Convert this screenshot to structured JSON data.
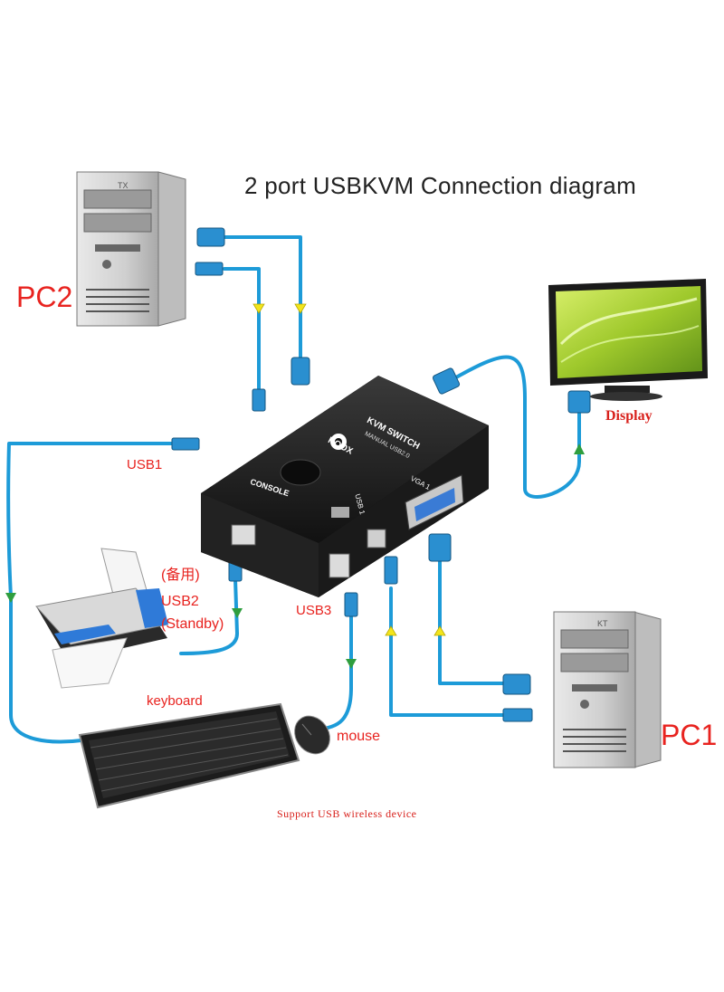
{
  "diagram": {
    "title": "2 port USBKVM Connection diagram",
    "labels": {
      "pc2": "PC2",
      "pc1": "PC1",
      "display": "Display",
      "usb1": "USB1",
      "usb2_cn": "(备用)",
      "usb2": "USB2",
      "usb2_standby": "(Standby)",
      "usb3": "USB3",
      "keyboard": "keyboard",
      "mouse": "mouse",
      "support": "Support USB wireless device"
    },
    "device": {
      "name": "KVM SWITCH",
      "subtitle": "MANUAL USB2.0",
      "brand": "KOOX",
      "console": "CONSOLE",
      "port_vga": "VGA 1",
      "port_usb": "USB 1"
    },
    "tower_marks": {
      "pc2": "TX",
      "pc1": "KT"
    },
    "colors": {
      "cable": "#1d9bd8",
      "label_red": "#e8231f",
      "arrow_yellow": "#f2e51c",
      "arrow_green": "#2f9e3e",
      "device_body": "#1c1c1c"
    }
  }
}
